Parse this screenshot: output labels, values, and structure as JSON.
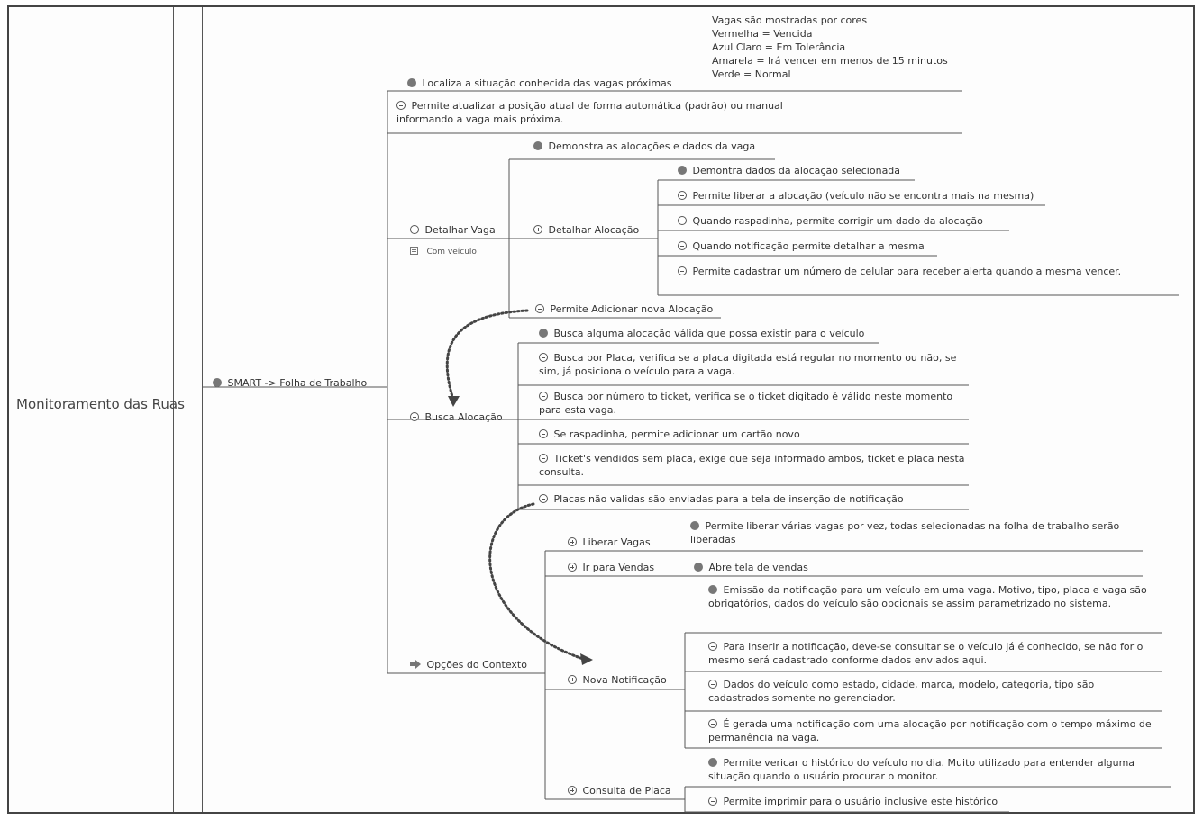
{
  "root": "Monitoramento das Ruas",
  "smart": "SMART -> Folha de Trabalho",
  "legend": [
    "Vagas são mostradas por cores",
    "Vermelha = Vencida",
    "Azul Claro = Em Tolerância",
    "Amarela = Irá vencer em menos de 15 minutos",
    "Verde = Normal"
  ],
  "nodes": {
    "localiza": "Localiza a situação conhecida das vagas próximas",
    "atualizar_posicao": "Permite atualizar a posição atual de forma automática (padrão) ou manual informando a vaga mais próxima.",
    "detalhar_vaga": "Detalhar Vaga",
    "com_veiculo": "Com veículo",
    "demonstra_alocacoes": "Demonstra as alocações e dados da vaga",
    "detalhar_alocacao": "Detalhar Alocação",
    "demonstra_dados": "Demontra dados da alocação selecionada",
    "liberar_alocacao": "Permite liberar a alocação (veículo não se encontra mais na mesma)",
    "raspadinha_corrigir": "Quando raspadinha, permite corrigir um dado da alocação",
    "notificacao_detalhar": "Quando notificação permite detalhar a mesma",
    "cadastrar_celular": "Permite cadastrar um número de celular para receber alerta quando a mesma vencer.",
    "adicionar_alocacao": "Permite Adicionar nova Alocação",
    "busca_alocacao": "Busca Alocação",
    "busca_valida": "Busca alguma alocação válida que possa existir para o veículo",
    "busca_placa": "Busca por Placa, verifica se a placa digitada está regular no momento ou não, se sim, já posiciona o veículo para a vaga.",
    "busca_ticket": "Busca por número to ticket, verifica se o ticket digitado é válido neste momento para esta vaga.",
    "raspadinha_cartao": "Se raspadinha, permite adicionar um cartão novo",
    "tickets_sem_placa": "Ticket's vendidos sem placa, exige que seja informado ambos, ticket e placa nesta consulta.",
    "placas_nao_validas": "Placas não validas são enviadas para a tela de inserção de notificação",
    "opcoes_contexto": "Opções do Contexto",
    "liberar_vagas": "Liberar Vagas",
    "liberar_vagas_desc": "Permite liberar várias vagas por vez, todas selecionadas na folha de trabalho serão liberadas",
    "ir_vendas": "Ir para Vendas",
    "abre_vendas": "Abre tela de vendas",
    "nova_notificacao": "Nova Notificação",
    "emissao": "Emissão da notificação para um veículo em uma vaga. Motivo, tipo, placa e vaga são obrigatórios, dados do veículo são opcionais se assim parametrizado no sistema.",
    "inserir_notificacao": "Para inserir a notificação, deve-se consultar se o veículo já é conhecido, se não for o mesmo será cadastrado conforme dados enviados aqui.",
    "dados_veiculo": "Dados do veículo como estado, cidade, marca, modelo, categoria, tipo são cadastrados somente no gerenciador.",
    "gerada_notificacao": "É gerada uma notificação com uma alocação por notificação com o tempo máximo de permanência na vaga.",
    "consulta_placa": "Consulta de Placa",
    "historico": "Permite vericar o histórico do veículo no dia. Muito utilizado para entender alguma situação quando o usuário procurar o monitor.",
    "imprimir": "Permite imprimir para o usuário inclusive este histórico"
  }
}
